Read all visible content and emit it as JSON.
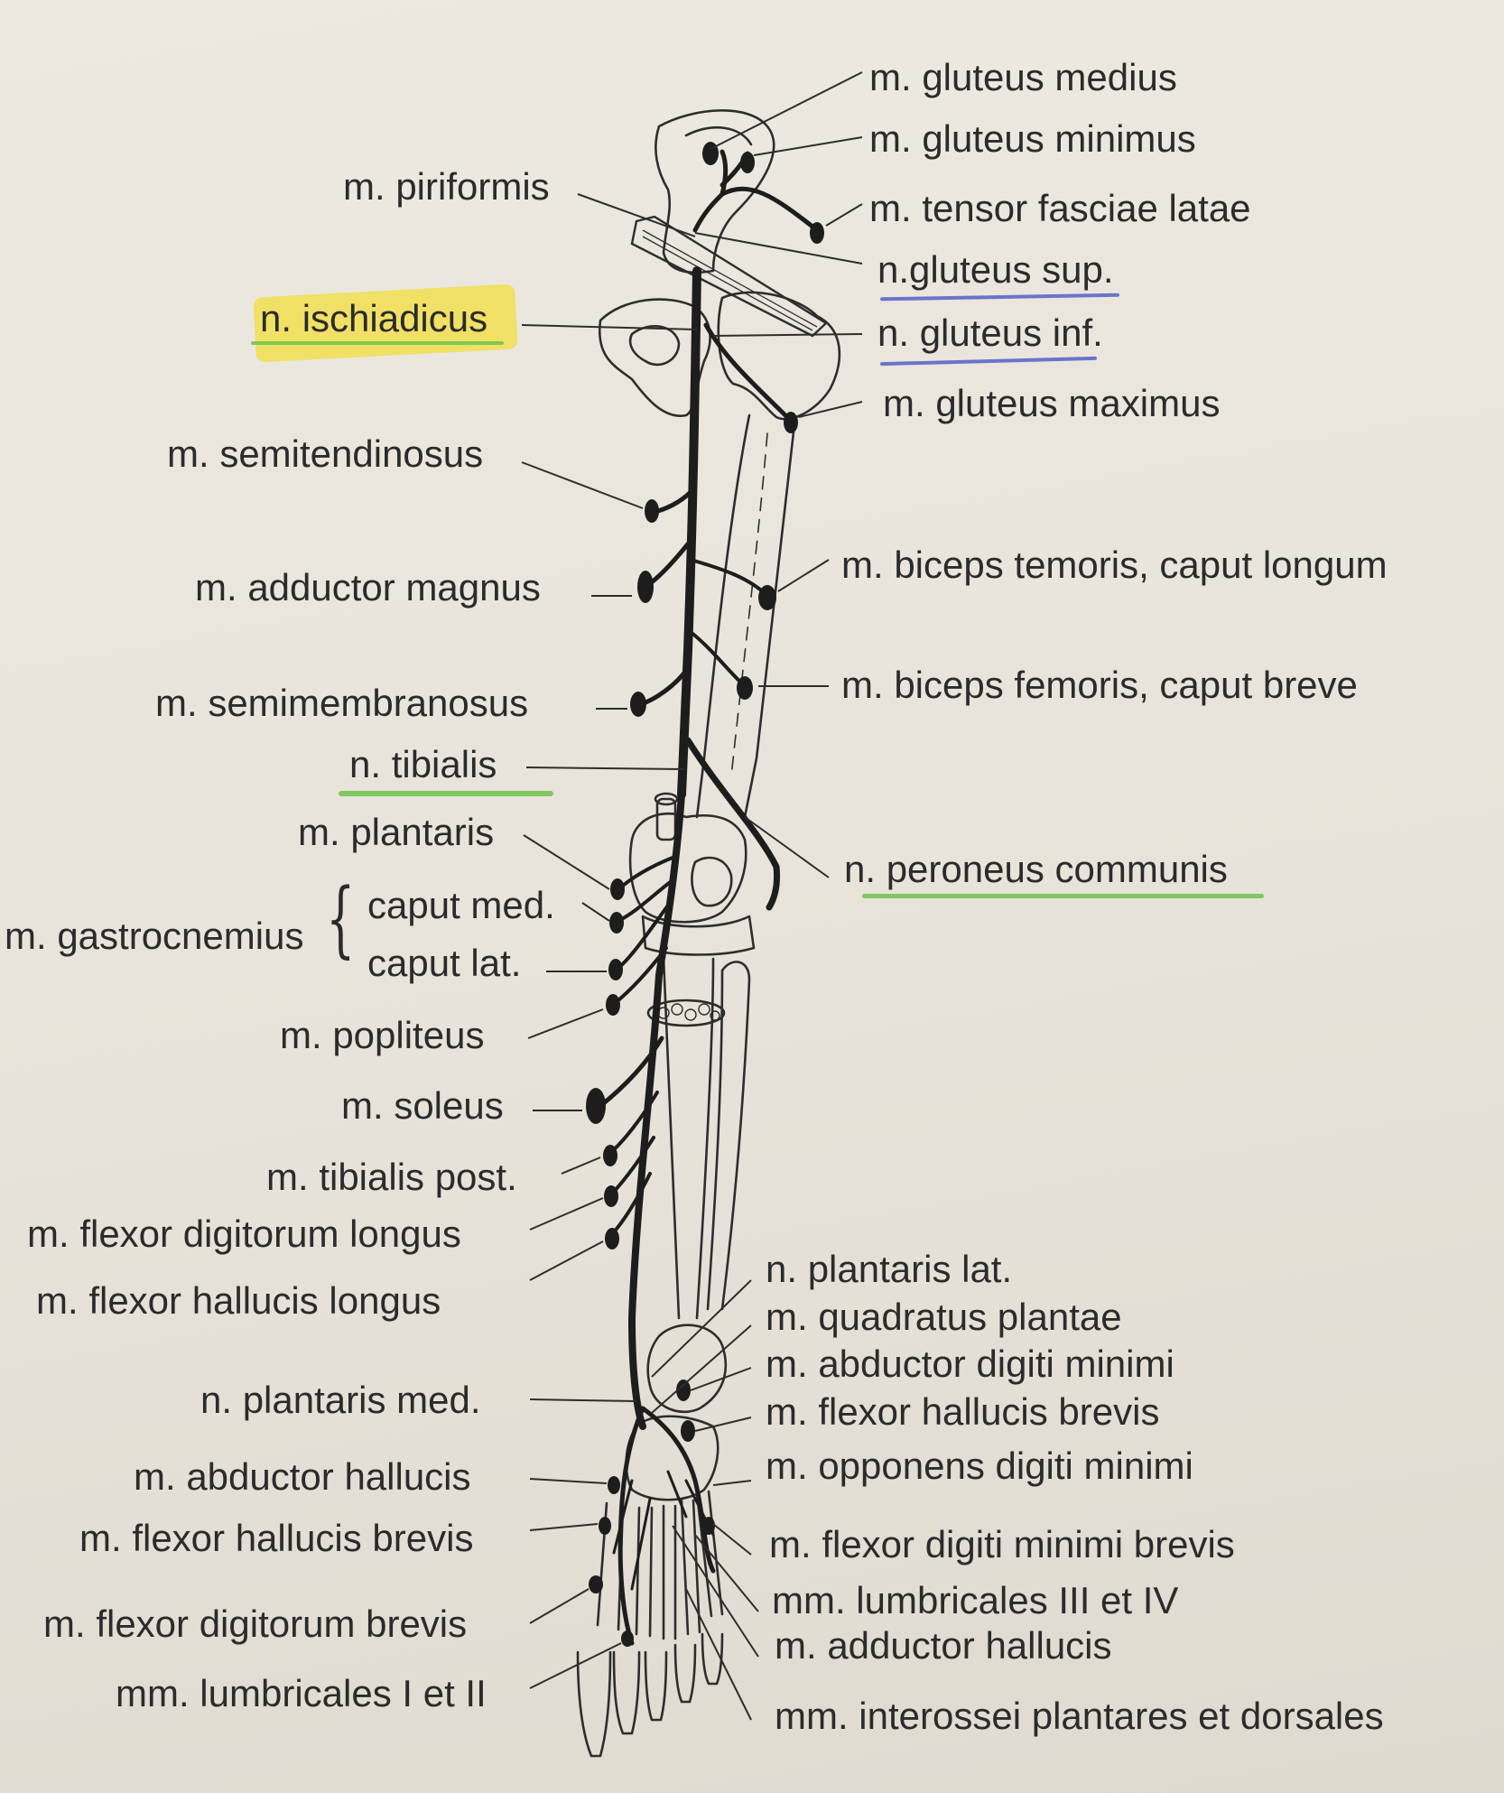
{
  "labels": {
    "gluteus_medius": "m. gluteus medius",
    "gluteus_minimus": "m. gluteus minimus",
    "tensor_fasciae_latae": "m. tensor fasciae latae",
    "n_gluteus_sup": "n.gluteus sup.",
    "n_gluteus_inf": "n. gluteus inf.",
    "gluteus_maximus": "m. gluteus maximus",
    "biceps_caput_longum": "m. biceps temoris, caput longum",
    "biceps_caput_breve": "m. biceps femoris, caput breve",
    "n_peroneus_communis": "n. peroneus communis",
    "piriformis": "m. piriformis",
    "n_ischiadicus": "n. ischiadicus",
    "semitendinosus": "m. semitendinosus",
    "adductor_magnus": "m. adductor magnus",
    "semimembranosus": "m. semimembranosus",
    "n_tibialis": "n. tibialis",
    "plantaris": "m. plantaris",
    "gastrocnemius": "m. gastrocnemius",
    "caput_med": "caput med.",
    "caput_lat": "caput lat.",
    "popliteus": "m. popliteus",
    "soleus": "m. soleus",
    "tibialis_post": "m. tibialis post.",
    "flexor_digitorum_longus": "m. flexor digitorum longus",
    "flexor_hallucis_longus": "m. flexor hallucis longus",
    "n_plantaris_med": "n. plantaris med.",
    "abductor_hallucis": "m. abductor hallucis",
    "flexor_hallucis_brevis_left": "m. flexor hallucis brevis",
    "flexor_digitorum_brevis": "m. flexor digitorum brevis",
    "lumbricales_i_ii": "mm. lumbricales I et II",
    "n_plantaris_lat": "n. plantaris lat.",
    "quadratus_plantae": "m. quadratus plantae",
    "abductor_digiti_minimi": "m. abductor digiti minimi",
    "flexor_hallucis_brevis_right": "m. flexor hallucis brevis",
    "opponens_digiti_minimi": "m. opponens digiti minimi",
    "flexor_digiti_minimi_brevis": "m. flexor digiti minimi brevis",
    "lumbricales_iii_iv": "mm. lumbricales III et IV",
    "adductor_hallucis": "m. adductor hallucis",
    "interossei": "mm. interossei plantares et dorsales"
  },
  "highlights": {
    "yellow": "#f2de3c",
    "green": "#6cc24a",
    "blue": "#6a74c9"
  }
}
